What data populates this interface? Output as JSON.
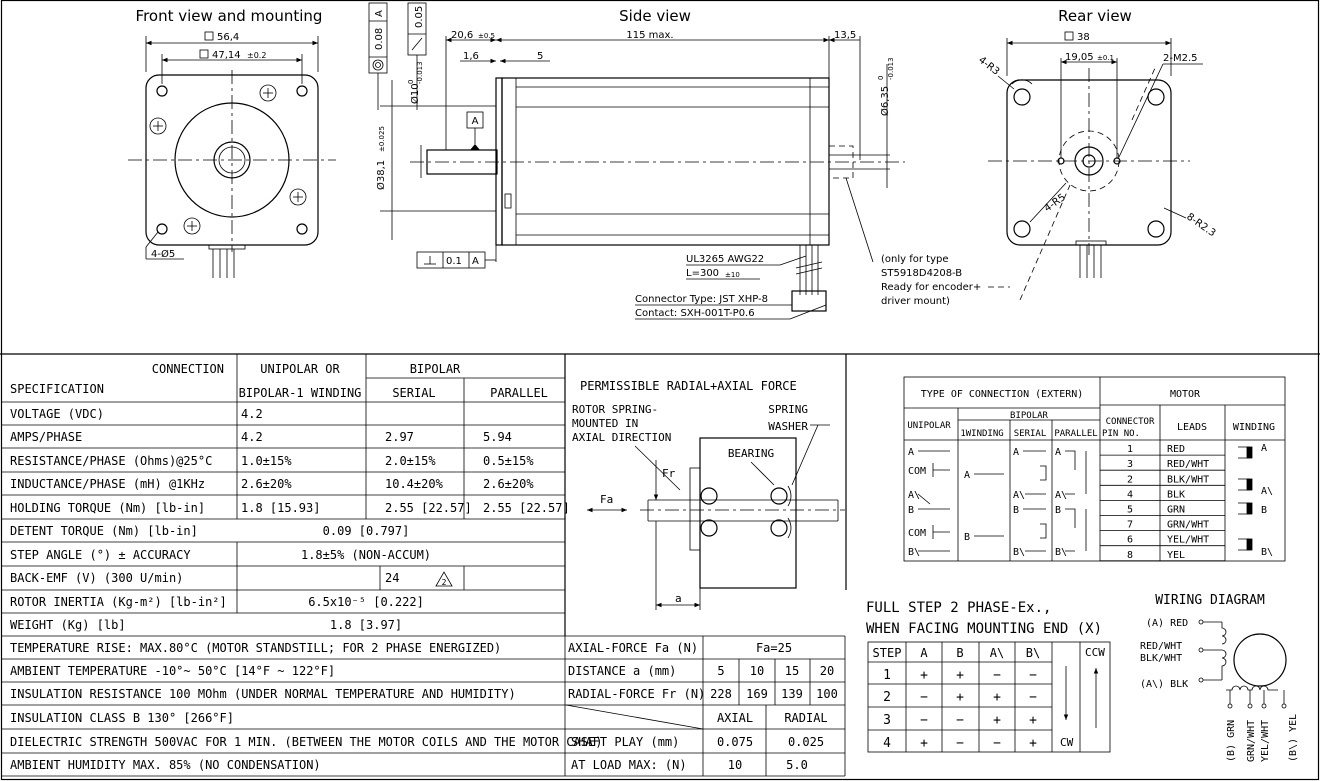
{
  "views": {
    "front": {
      "title": "Front view and mounting",
      "dim_outer": "56,4",
      "dim_inner": "47,14",
      "dim_inner_tol": "±0.2",
      "holes": "4-Ø5"
    },
    "side": {
      "title": "Side view",
      "dim_shaft_len": "20,6",
      "dim_shaft_len_tol": "±0.5",
      "dim_body": "115 max.",
      "dim_rear_shaft": "13,5",
      "dim_flange": "1,6",
      "dim_five": "5",
      "dia_pilot": "Ø38,1",
      "dia_pilot_tol": "±0.025",
      "dia_shaft": "Ø10",
      "dia_shaft_tol_hi": "0",
      "dia_shaft_tol_lo": "-0.013",
      "dia_rear": "Ø6,35",
      "dia_rear_tol_hi": "0",
      "dia_rear_tol_lo": "-0.013",
      "gdt_conc_a": "0.08",
      "gdt_conc_b": "A",
      "gdt_runout_a": "0.05",
      "gdt_datum": "A",
      "gdt_perp_a": "0.1",
      "gdt_perp_b": "A",
      "cable_type": "UL3265 AWG22",
      "cable_len": "L=300",
      "cable_len_tol": "±10",
      "connector_type": "Connector Type: JST XHP-8",
      "contact": "Contact: SXH-001T-P0.6",
      "note_1": "(only for type",
      "note_2": "ST5918D4208-B",
      "note_3": "Ready for encoder+",
      "note_4": "driver mount)"
    },
    "rear": {
      "title": "Rear view",
      "dim_outer": "38",
      "dim_holes": "19,05",
      "dim_holes_tol": "±0.1",
      "thread": "2-M2.5",
      "r_corner": "4-R3",
      "r_circle": "4-R5",
      "r_outer": "8-R2.3"
    }
  },
  "spec_table": {
    "head_connection": "CONNECTION",
    "head_specification": "SPECIFICATION",
    "head_unipolar": "UNIPOLAR OR",
    "head_unipolar_2": "BIPOLAR-1 WINDING",
    "head_bipolar": "BIPOLAR",
    "head_serial": "SERIAL",
    "head_parallel": "PARALLEL",
    "rows": [
      {
        "label": "VOLTAGE (VDC)",
        "uni": "4.2",
        "serial": "",
        "parallel": ""
      },
      {
        "label": "AMPS/PHASE",
        "uni": "4.2",
        "serial": "2.97",
        "parallel": "5.94"
      },
      {
        "label": "RESISTANCE/PHASE   (Ohms)@25°C",
        "uni": "1.0±15%",
        "serial": "2.0±15%",
        "parallel": "0.5±15%"
      },
      {
        "label": "INDUCTANCE/PHASE  (mH)  @1KHz",
        "uni": "2.6±20%",
        "serial": "10.4±20%",
        "parallel": "2.6±20%"
      },
      {
        "label": "HOLDING TORQUE (Nm) [lb-in]",
        "uni": "1.8 [15.93]",
        "serial": "2.55 [22.57]",
        "parallel": "2.55 [22.57]"
      }
    ],
    "merged_rows": [
      {
        "label": "DETENT TORQUE (Nm) [lb-in]",
        "value": "0.09 [0.797]"
      },
      {
        "label": "STEP ANGLE (°) ± ACCURACY",
        "value": "1.8±5% (NON-ACCUM)"
      }
    ],
    "backemf_label": "BACK-EMF (V) (300 U/min)",
    "backemf_value": "24",
    "backemf_mark": "2",
    "inertia_label": "ROTOR INERTIA (Kg-m²) [lb-in²]",
    "inertia_value": "6.5x10⁻⁵ [0.222]",
    "weight_label": "WEIGHT (Kg) [lb]",
    "weight_value": "1.8 [3.97]",
    "long_rows": [
      "TEMPERATURE RISE: MAX.80°C (MOTOR STANDSTILL; FOR 2 PHASE ENERGIZED)",
      "AMBIENT TEMPERATURE -10°~ 50°C [14°F ~ 122°F]",
      "INSULATION RESISTANCE 100 MOhm (UNDER NORMAL TEMPERATURE AND HUMIDITY)",
      "INSULATION CLASS B 130° [266°F]",
      "DIELECTRIC STRENGTH 500VAC FOR 1 MIN. (BETWEEN THE MOTOR COILS AND THE MOTOR CASE)",
      "AMBIENT HUMIDITY MAX. 85% (NO CONDENSATION)"
    ]
  },
  "force": {
    "title": "PERMISSIBLE RADIAL+AXIAL FORCE",
    "rotor_1": "ROTOR SPRING-",
    "rotor_2": "MOUNTED IN",
    "rotor_3": "AXIAL DIRECTION",
    "spring_1": "SPRING",
    "spring_2": "WASHER",
    "bearing": "BEARING",
    "fr": "Fr",
    "fa": "Fa",
    "a": "a",
    "axial_label": "AXIAL-FORCE Fa (N)",
    "axial_value": "Fa=25",
    "distance_label": "DISTANCE a   (mm)",
    "distances": [
      "5",
      "10",
      "15",
      "20"
    ],
    "radial_label": "RADIAL-FORCE Fr (N)",
    "radials": [
      "228",
      "169",
      "139",
      "100"
    ],
    "head_axial": "AXIAL",
    "head_radial": "RADIAL",
    "play_label": "SHAFT PLAY (mm)",
    "play_axial": "0.075",
    "play_radial": "0.025",
    "load_label": "AT LOAD MAX: (N)",
    "load_axial": "10",
    "load_radial": "5.0"
  },
  "connection": {
    "type_head": "TYPE OF CONNECTION (EXTERN)",
    "motor_head": "MOTOR",
    "unipolar": "UNIPOLAR",
    "bipolar": "BIPOLAR",
    "one_winding": "1WINDING",
    "serial": "SERIAL",
    "parallel": "PARALLEL",
    "pin_head": "CONNECTOR",
    "pin_head_2": "PIN NO.",
    "leads_head": "LEADS",
    "winding_head": "WINDING",
    "pins": [
      "1",
      "3",
      "2",
      "4",
      "5",
      "7",
      "6",
      "8"
    ],
    "leads": [
      "RED",
      "RED/WHT",
      "BLK/WHT",
      "BLK",
      "GRN",
      "GRN/WHT",
      "YEL/WHT",
      "YEL"
    ],
    "labels_uni": [
      "A",
      "COM",
      "A\\",
      "B",
      "COM",
      "B\\"
    ],
    "labels_one": [
      "A",
      "B"
    ],
    "labels_ser": [
      "A",
      "A\\",
      "B",
      "B\\"
    ],
    "labels_par": [
      "A",
      "A\\",
      "B",
      "B\\"
    ],
    "winding_labels": [
      "A",
      "A\\",
      "B",
      "B\\"
    ]
  },
  "phase": {
    "title_1": "FULL STEP 2 PHASE-Ex.,",
    "title_2": "WHEN FACING MOUNTING END (X)",
    "headers": [
      "STEP",
      "A",
      "B",
      "A\\",
      "B\\"
    ],
    "rows": [
      [
        "1",
        "+",
        "+",
        "−",
        "−"
      ],
      [
        "2",
        "−",
        "+",
        "+",
        "−"
      ],
      [
        "3",
        "−",
        "−",
        "+",
        "+"
      ],
      [
        "4",
        "+",
        "−",
        "−",
        "+"
      ]
    ],
    "ccw": "CCW",
    "cw": "CW"
  },
  "wiring": {
    "title": "WIRING DIAGRAM",
    "a_red": "(A) RED",
    "red_wht": "RED/WHT",
    "blk_wht": "BLK/WHT",
    "a_blk": "(A\\) BLK",
    "b_grn": "(B) GRN",
    "grn_wht": "GRN/WHT",
    "yel_wht": "YEL/WHT",
    "b_yel": "(B\\) YEL"
  }
}
